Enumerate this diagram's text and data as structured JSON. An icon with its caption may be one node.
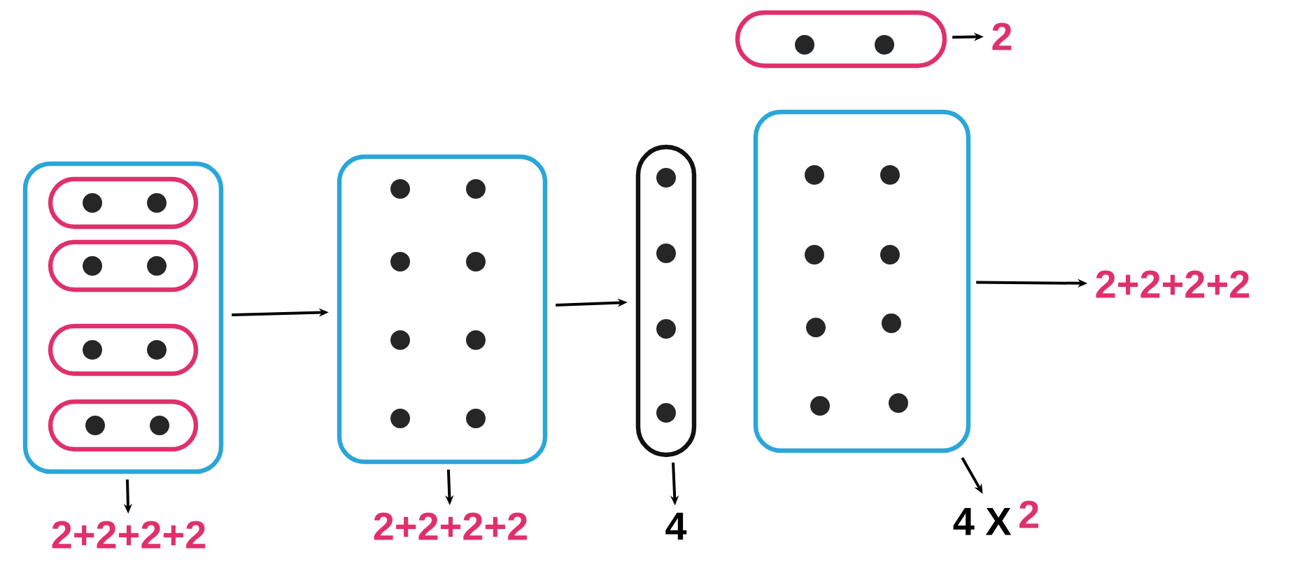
{
  "diagram": {
    "nodes": [
      {
        "text": [],
        "shape": "box"
      },
      {
        "text": [],
        "shape": "capsule",
        "in": 0
      },
      {
        "text": [],
        "shape": "capsule",
        "in": 0
      },
      {
        "text": [],
        "shape": "capsule",
        "in": 0
      },
      {
        "text": [],
        "shape": "capsule",
        "in": 0
      },
      {
        "text": [],
        "shape": "box"
      },
      {
        "text": [],
        "shape": "capsule"
      },
      {
        "text": [],
        "shape": "capsule"
      },
      {
        "text": [],
        "shape": "box"
      },
      {
        "text": [
          "2"
        ]
      },
      {
        "text": [
          "2+2+2+2"
        ]
      },
      {
        "text": [
          "2+2+2+2"
        ]
      },
      {
        "text": [
          "2+2+2+2"
        ]
      },
      {
        "text": [
          "4"
        ]
      },
      {
        "text": [
          "4 X",
          "2"
        ]
      }
    ],
    "edges": [
      {
        "from": 0,
        "to": 5,
        "arrow": "to"
      },
      {
        "from": 5,
        "to": 6,
        "arrow": "to"
      },
      {
        "from": 7,
        "to": 9,
        "arrow": "to"
      },
      {
        "from": 8,
        "to": 10,
        "arrow": "to"
      },
      {
        "from": 0,
        "to": 11,
        "arrow": "to"
      },
      {
        "from": 5,
        "to": 12,
        "arrow": "to"
      },
      {
        "from": 6,
        "to": 13,
        "arrow": "to"
      },
      {
        "from": 8,
        "to": 14,
        "arrow": "to"
      }
    ]
  }
}
